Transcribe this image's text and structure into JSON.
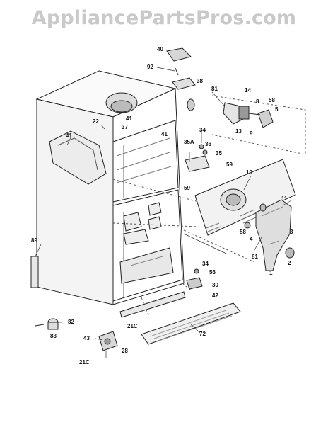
{
  "watermark": "AppliancePartsPros.com",
  "callouts": [
    "40",
    "92",
    "38",
    "81",
    "14",
    "58",
    "8",
    "5",
    "22",
    "41",
    "37",
    "41",
    "41",
    "13",
    "9",
    "34",
    "36",
    "35A",
    "35",
    "59",
    "10",
    "59",
    "11",
    "89",
    "3",
    "58",
    "4",
    "2",
    "81",
    "1",
    "34",
    "56",
    "30",
    "42",
    "82",
    "72",
    "21C",
    "43",
    "83",
    "28",
    "21C"
  ]
}
